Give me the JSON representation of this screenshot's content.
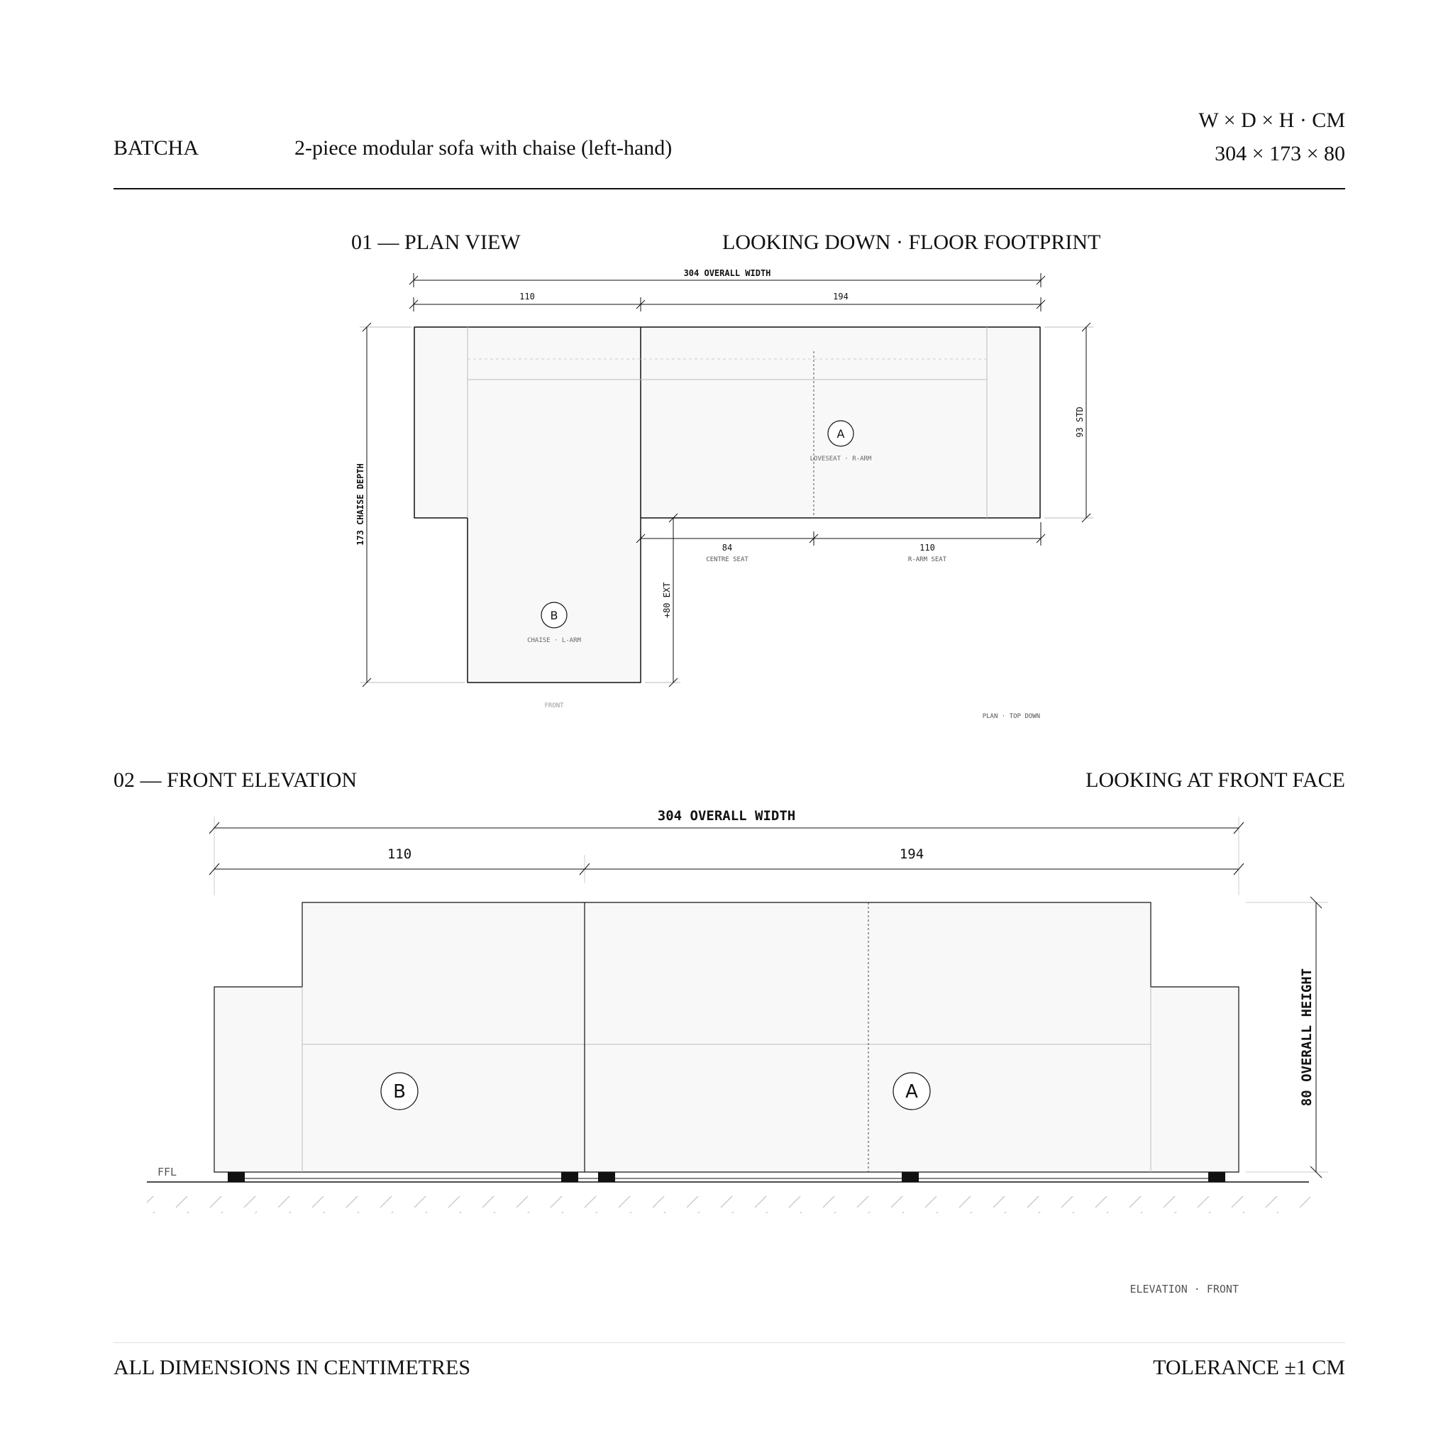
{
  "header": {
    "brand": "BATCHA",
    "description": "2-piece modular sofa with chaise (left-hand)",
    "dims_label": "W × D × H · CM",
    "dims_value": "304 × 173 × 80"
  },
  "plan": {
    "section_title": "01 — PLAN VIEW",
    "section_subtitle": "LOOKING DOWN · FLOOR FOOTPRINT",
    "overall_width_label": "304 OVERALL WIDTH",
    "dim_left": "110",
    "dim_right": "194",
    "depth_label": "173 CHAISE DEPTH",
    "std_label": "93 STD",
    "ext_label": "+80 EXT",
    "centre_seat_value": "84",
    "centre_seat_label": "CENTRE SEAT",
    "rarm_seat_value": "110",
    "rarm_seat_label": "R-ARM SEAT",
    "module_a_letter": "A",
    "module_a_label": "LOVESEAT · R-ARM",
    "module_b_letter": "B",
    "module_b_label": "CHAISE · L-ARM",
    "front_label": "FRONT",
    "caption": "PLAN · TOP DOWN"
  },
  "elevation": {
    "section_title": "02 — FRONT ELEVATION",
    "section_subtitle": "LOOKING AT FRONT FACE",
    "overall_width_label": "304 OVERALL WIDTH",
    "dim_left": "110",
    "dim_right": "194",
    "height_label": "80 OVERALL HEIGHT",
    "module_a_letter": "A",
    "module_b_letter": "B",
    "floor_label": "FFL",
    "caption": "ELEVATION · FRONT"
  },
  "footer": {
    "left": "ALL DIMENSIONS IN CENTIMETRES",
    "right": "TOLERANCE ±1 CM"
  },
  "colors": {
    "ink": "#111111",
    "fill": "#f8f8f8",
    "muted": "#999999"
  }
}
